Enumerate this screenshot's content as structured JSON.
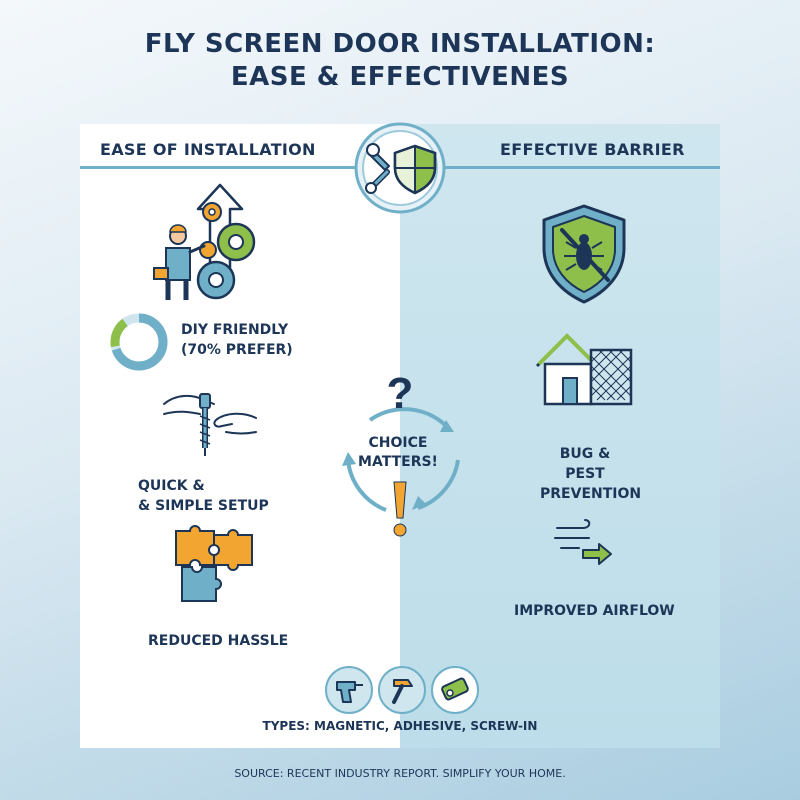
{
  "title": {
    "line1": "FLY SCREEN DOOR INSTALLATION:",
    "line2": "EASE & EFFECTIVENES"
  },
  "left": {
    "header": "EASE OF INSTALLATION",
    "diy_line1": "DIY FRIENDLY",
    "diy_line2": "(70% PREFER)",
    "diy_percent": 70,
    "setup_line1": "QUICK &",
    "setup_line2": "& SIMPLE SETUP",
    "hassle": "REDUCED HASSLE"
  },
  "right": {
    "header": "EFFECTIVE BARRIER",
    "bug_line1": "BUG & PEST",
    "bug_line2": "PREVENTION",
    "airflow": "IMPROVED AIRFLOW"
  },
  "center": {
    "line1": "CHOICE",
    "line2": "MATTERS!"
  },
  "footer": {
    "types": "TYPES: MAGNETIC, ADHESIVE, SCREW-IN",
    "source": "SOURCE: RECENT INDUSTRY REPORT. SIMPLIFY YOUR HOME."
  },
  "colors": {
    "navy": "#1d3557",
    "teal": "#6fb0c8",
    "green": "#8dbf4a",
    "orange": "#f2a531",
    "light_blue": "#cfe6ef"
  },
  "icons": [
    "wrench-icon",
    "shield-icon",
    "gears-person-icon",
    "donut-icon",
    "screw-hand-icon",
    "puzzle-icon",
    "bug-shield-icon",
    "house-screen-icon",
    "airflow-icon",
    "drill-icon",
    "hammer-icon",
    "tape-icon",
    "question-icon",
    "exclamation-icon"
  ]
}
